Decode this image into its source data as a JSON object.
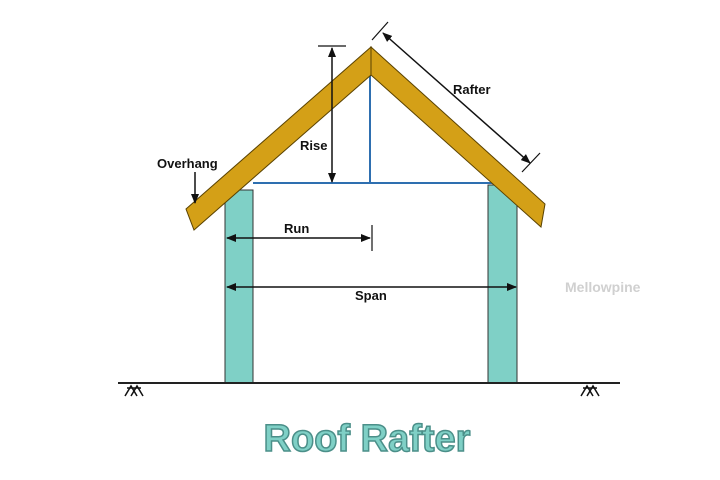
{
  "labels": {
    "rafter": "Rafter",
    "rise": "Rise",
    "overhang": "Overhang",
    "run": "Run",
    "span": "Span"
  },
  "watermark": "Mellowpine",
  "title": "Roof Rafter",
  "colors": {
    "rafter_fill": "#d4a017",
    "wall_fill": "#7fd0c6",
    "joist": "#2e6fb0"
  }
}
